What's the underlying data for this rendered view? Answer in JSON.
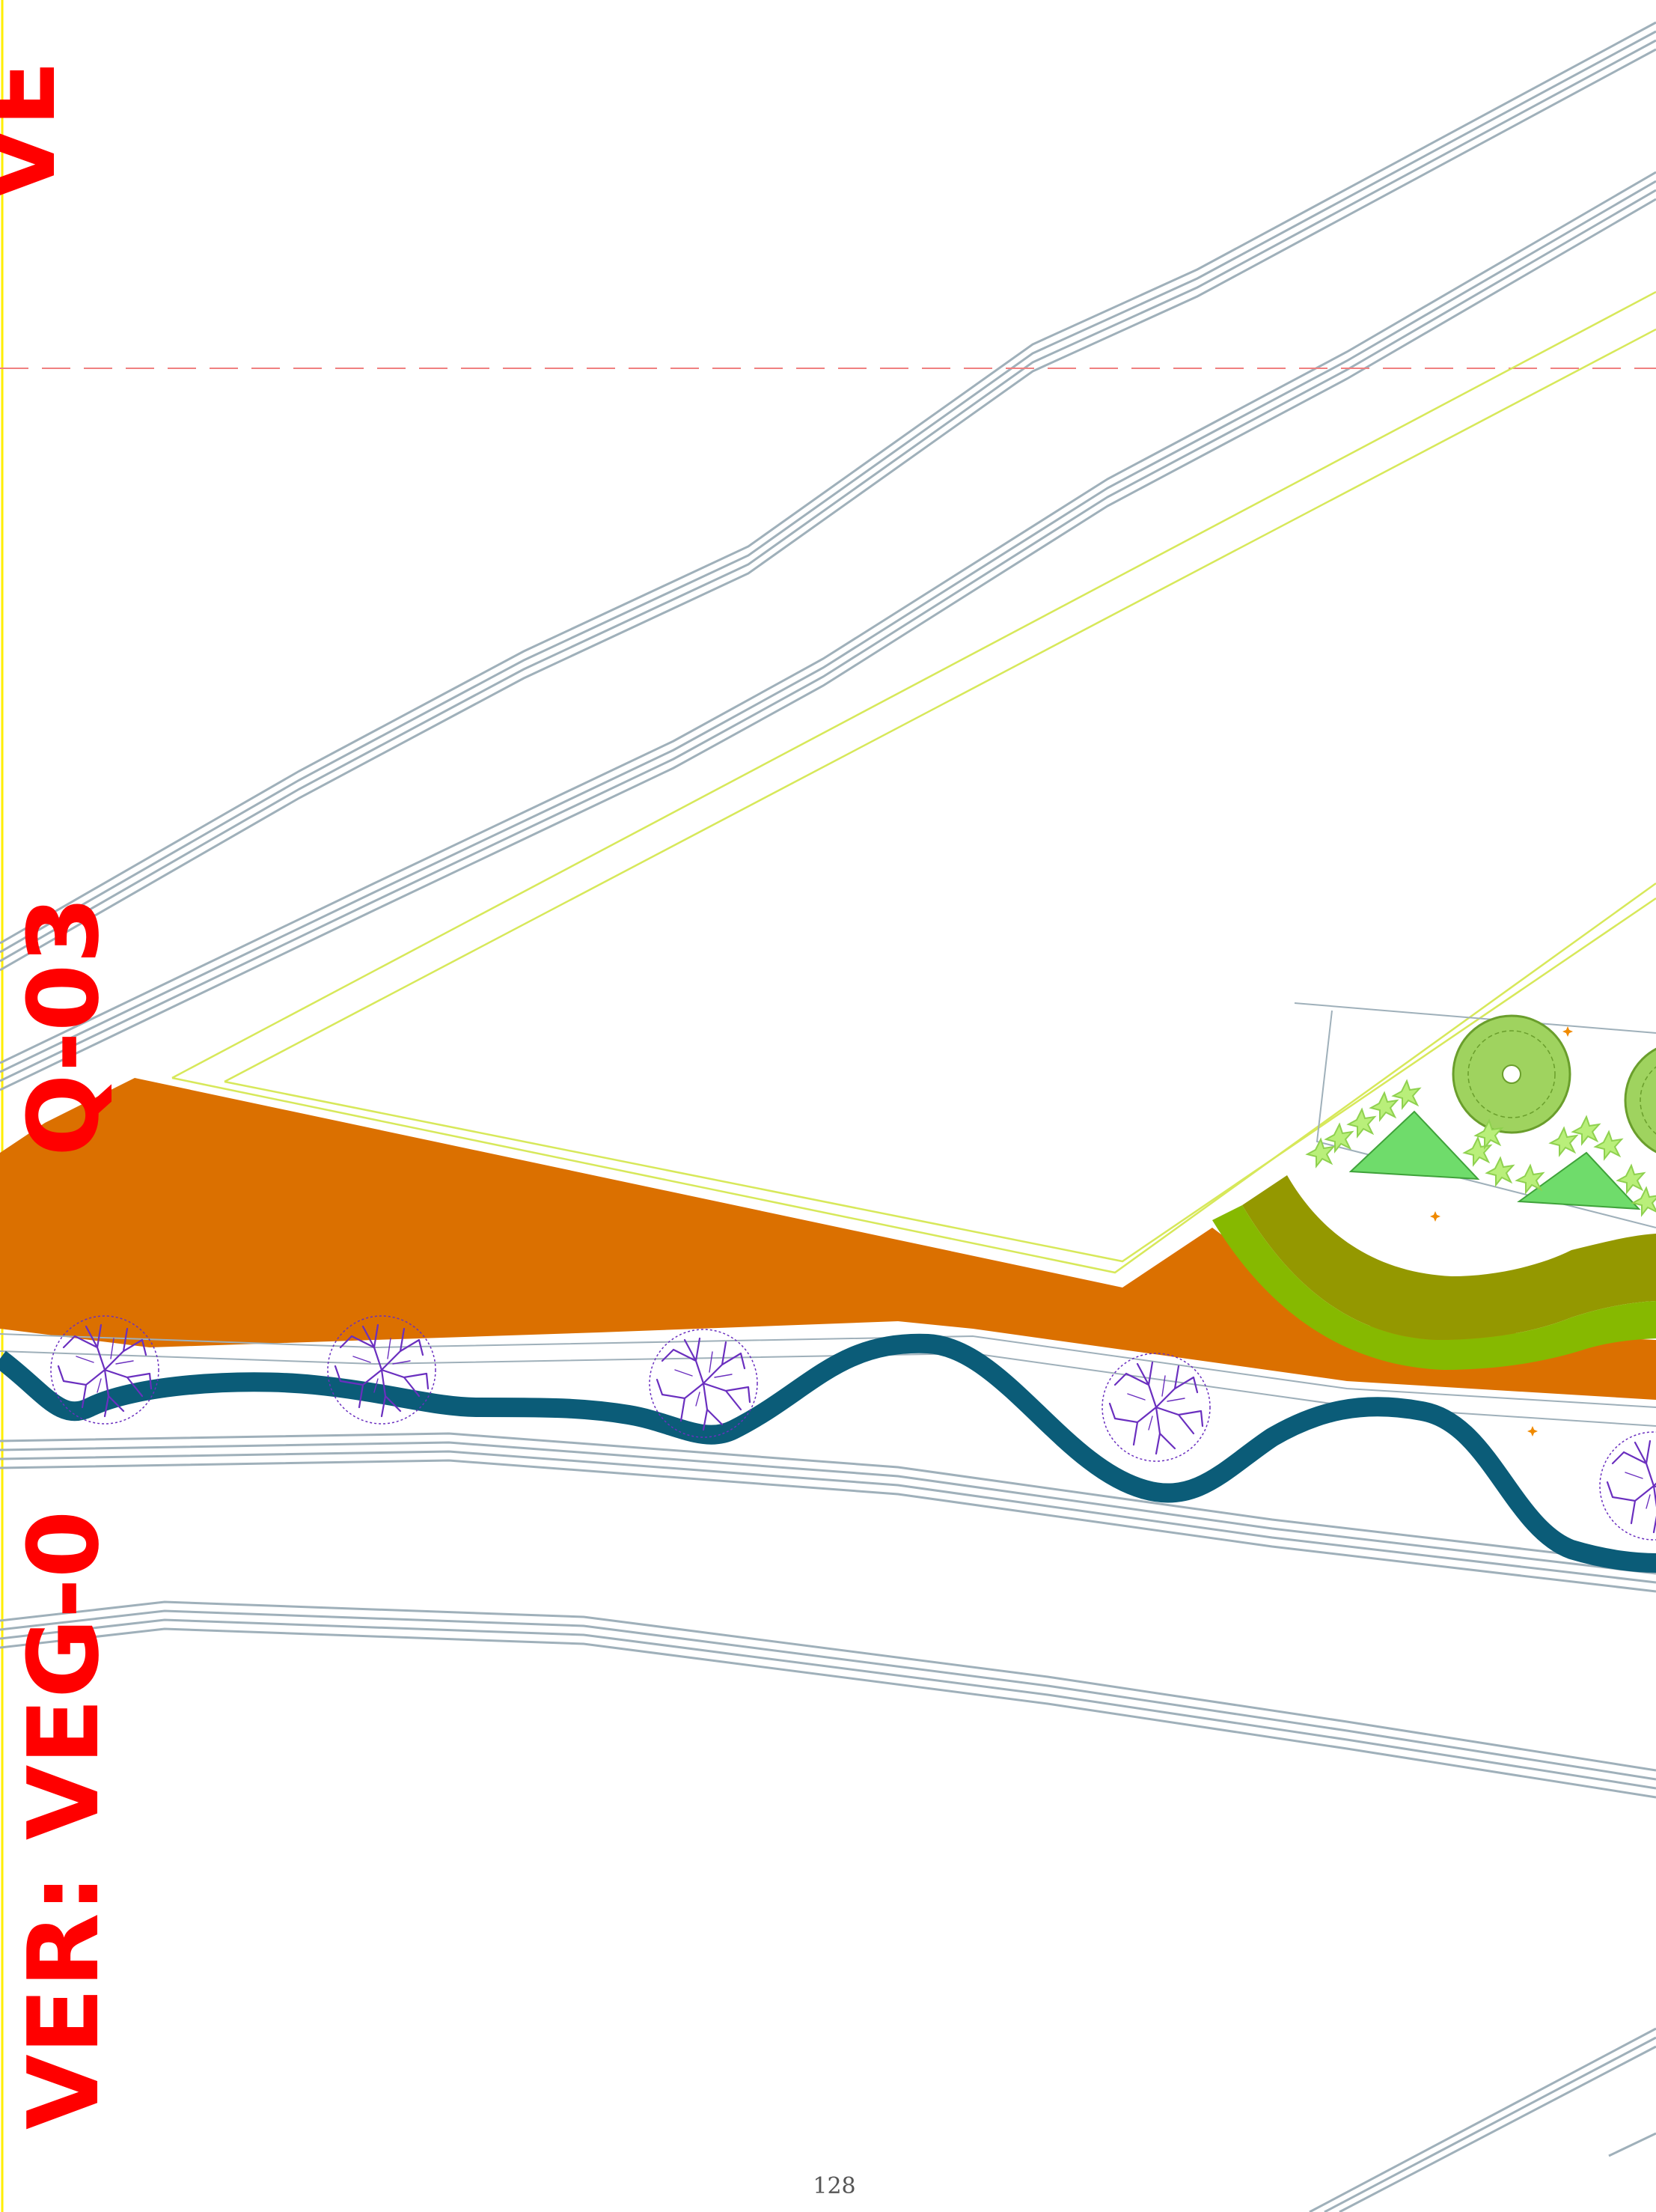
{
  "sheet": {
    "page_number": "128",
    "revision_label_main": "VER: VEG-0",
    "revision_label_tail": "Q-03",
    "revision_label_top": "VE",
    "colors": {
      "border": "#ffee00",
      "label": "#ff0000",
      "contour": "#9fb0ba",
      "path_orange": "#db7000",
      "waterway": "#0b5c78",
      "lawn_edge": "#d7e85a",
      "olive_band": "#949800",
      "lime_band": "#86b900",
      "tree_purple": "#6a2fbf",
      "shrub_green": "#8fd14f"
    }
  },
  "layers": [
    {
      "name": "grey-contour-lines",
      "icon": "contour-lines"
    },
    {
      "name": "orange-planting-bed",
      "icon": "planting-bed"
    },
    {
      "name": "teal-waterway",
      "icon": "meander-stream"
    },
    {
      "name": "purple-trees",
      "icon": "tree-symbol"
    },
    {
      "name": "green-shrubs",
      "icon": "shrub-symbol"
    }
  ]
}
